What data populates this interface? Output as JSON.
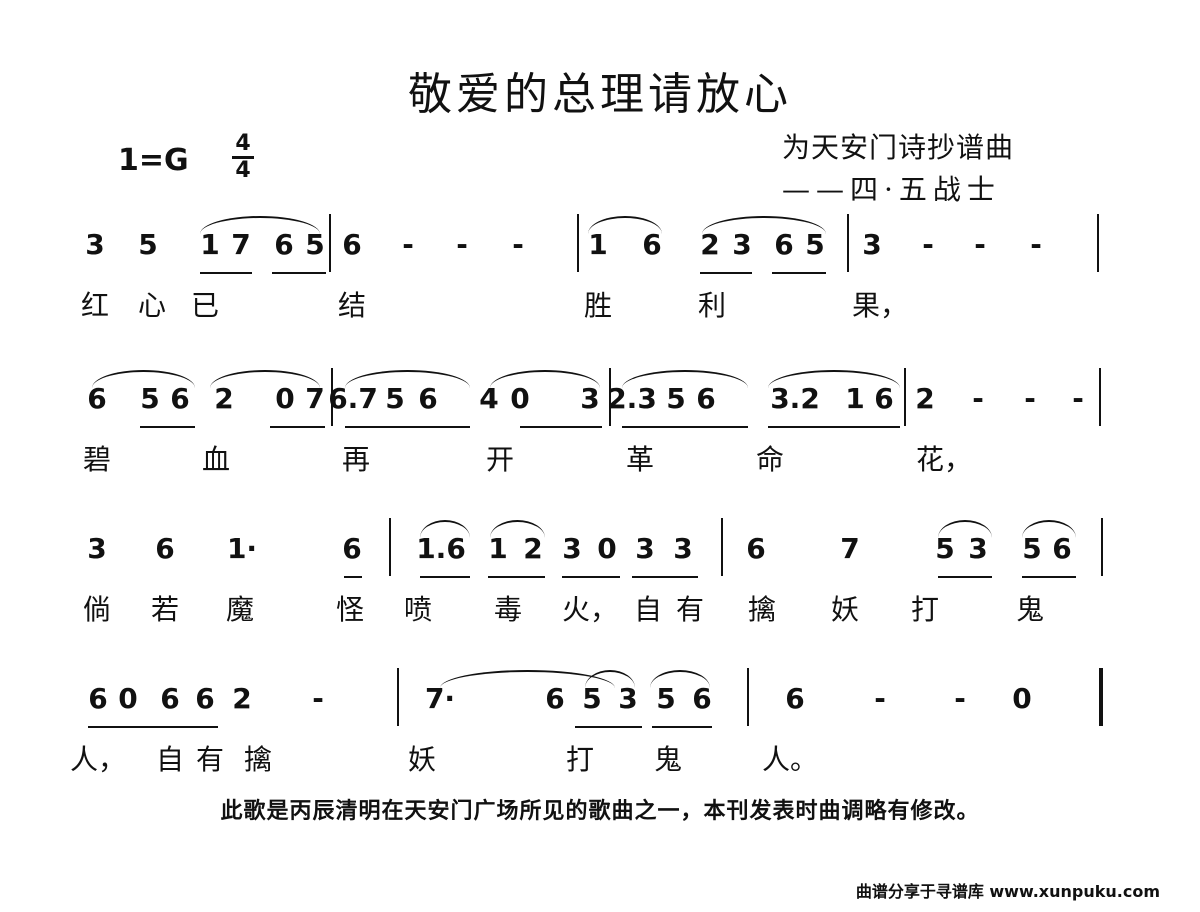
{
  "title": "敬爱的总理请放心",
  "key": "1=G",
  "time_signature": {
    "top": "4",
    "bottom": "4"
  },
  "credits": {
    "line1": "为天安门诗抄谱曲",
    "line2": "——四·五战士"
  },
  "rows": [
    {
      "notes": [
        "3",
        "5",
        "1",
        "7",
        "6",
        "5",
        "|",
        "6",
        "-",
        "-",
        "-",
        "|",
        "1",
        "6",
        "2",
        "3",
        "6",
        "5",
        "|",
        "3",
        "-",
        "-",
        "-",
        "|"
      ],
      "lyrics": [
        "红",
        "心",
        "已",
        "结",
        "胜",
        "利",
        "果，"
      ]
    },
    {
      "notes": [
        "6",
        "5",
        "6",
        "2",
        "0",
        "7",
        "|",
        "6.7",
        "5",
        "6",
        "4",
        "0",
        "3",
        "|",
        "2.3",
        "5",
        "6",
        "3.2",
        "1",
        "6",
        "|",
        "2",
        "-",
        "-",
        "-",
        "|"
      ],
      "lyrics": [
        "碧",
        "血",
        "再",
        "开",
        "革",
        "命",
        "花，"
      ]
    },
    {
      "notes": [
        "3",
        "6",
        "1·",
        "6",
        "|",
        "1.6",
        "1",
        "2",
        "3",
        "0",
        "3",
        "3",
        "|",
        "6",
        "7",
        "5",
        "3",
        "5",
        "6",
        "|"
      ],
      "lyrics": [
        "倘",
        "若",
        "魔",
        "怪",
        "喷",
        "毒",
        "火，",
        "自",
        "有",
        "擒",
        "妖",
        "打",
        "鬼"
      ]
    },
    {
      "notes": [
        "6",
        "0",
        "6",
        "6",
        "2",
        "-",
        "|",
        "7·",
        "6",
        "5",
        "3",
        "5",
        "6",
        "|",
        "6",
        "-",
        "-",
        "0",
        "‖"
      ],
      "lyrics": [
        "人，",
        "自",
        "有",
        "擒",
        "妖",
        "打",
        "鬼",
        "人。"
      ]
    }
  ],
  "footnote": "此歌是丙辰清明在天安门广场所见的歌曲之一，本刊发表时曲调略有修改。",
  "watermark": "曲谱分享于寻谱库 www.xunpuku.com"
}
